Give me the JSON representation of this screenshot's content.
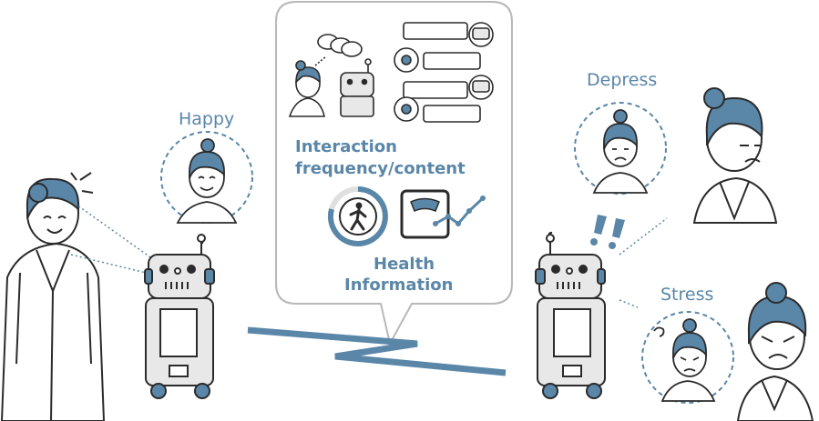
{
  "emotions": {
    "happy": "Happy",
    "depress": "Depress",
    "stress": "Stress"
  },
  "bubble": {
    "interaction_line1": "Interaction",
    "interaction_line2": "frequency/content",
    "health_line1": "Health",
    "health_line2": "Information"
  },
  "colors": {
    "accent": "#5a86a8",
    "skin": "#ffffff",
    "line": "#2b2b2b",
    "robot_body": "#e8e8e8"
  }
}
